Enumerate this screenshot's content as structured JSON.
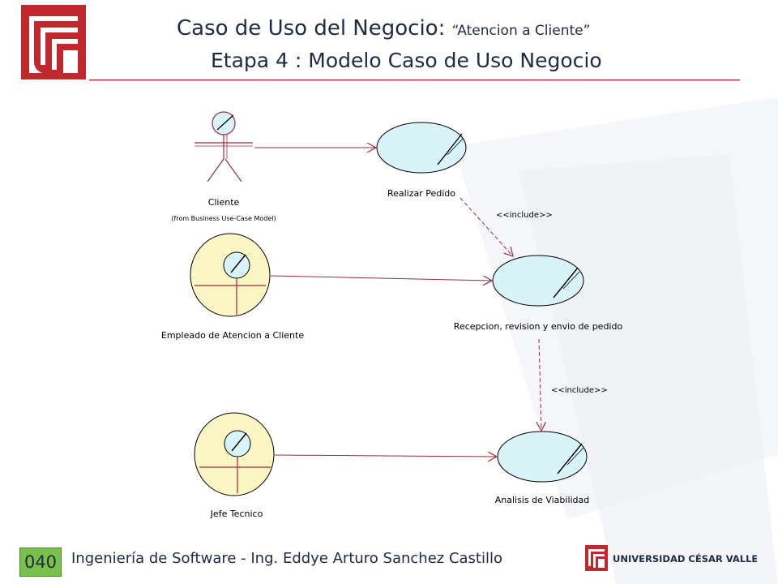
{
  "header": {
    "title_prefix": "Caso de Uso del Negocio: ",
    "title_case": "“Atencion a Cliente”",
    "subtitle": "Etapa 4 : Modelo Caso de Uso Negocio"
  },
  "diagram": {
    "actors": [
      {
        "name": "Cliente",
        "note": "(from Business Use-Case Model)"
      },
      {
        "name": "Empleado de Atencion a Cliente"
      },
      {
        "name": "Jefe Tecnico"
      }
    ],
    "use_cases": [
      {
        "name": "Realizar Pedido"
      },
      {
        "name": "Recepcion, revision y envio de pedido"
      },
      {
        "name": "Analisis de Viabilidad"
      }
    ],
    "relations": [
      {
        "stereotype": "<<include>>"
      },
      {
        "stereotype": "<<include>>"
      }
    ]
  },
  "footer": {
    "slide_number": "040",
    "text": "Ingeniería de Software - Ing. Eddye Arturo Sanchez Castillo",
    "university": "UNIVERSIDAD CÉSAR VALLEJO"
  },
  "colors": {
    "brand_red": "#c0282d",
    "title_text": "#1f2a44",
    "usecase_fill": "#d8f4f8",
    "worker_fill": "#fbf6c4",
    "line_maroon": "#9b2a3e",
    "slide_badge": "#79c14a"
  }
}
